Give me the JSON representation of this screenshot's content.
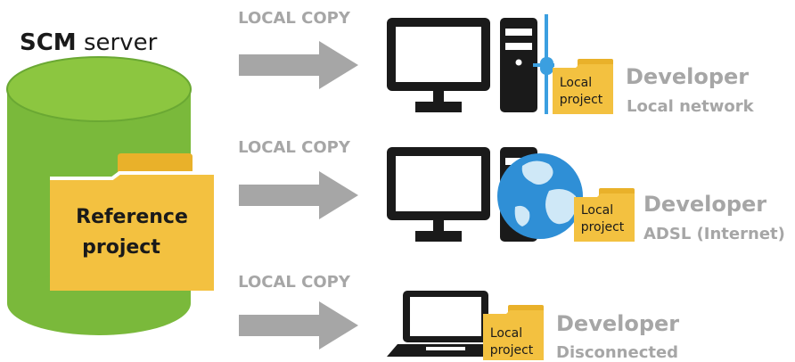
{
  "server": {
    "title_bold": "SCM",
    "title_rest": " server",
    "folder_line1": "Reference",
    "folder_line2": "project"
  },
  "colors": {
    "cylinder_main": "#7ab93b",
    "cylinder_top": "#8cc640",
    "cylinder_dark": "#5d9a2a",
    "folder": "#f3c140",
    "folder_back": "#e9b12a",
    "arrow": "#a6a6a6",
    "label_gray": "#a6a6a6",
    "dark": "#1a1a1a",
    "network_line": "#3b9fe0",
    "globe_ocean": "#2f8fd6",
    "globe_land": "#cfe8f7"
  },
  "rows": [
    {
      "copy_label": "LOCAL COPY",
      "folder_line1": "Local",
      "folder_line2": "project",
      "role": "Developer",
      "connection": "Local network",
      "device": "desktop-lan"
    },
    {
      "copy_label": "LOCAL COPY",
      "folder_line1": "Local",
      "folder_line2": "project",
      "role": "Developer",
      "connection": "ADSL (Internet)",
      "device": "desktop-internet"
    },
    {
      "copy_label": "LOCAL COPY",
      "folder_line1": "Local",
      "folder_line2": "project",
      "role": "Developer",
      "connection": "Disconnected",
      "device": "laptop"
    }
  ]
}
